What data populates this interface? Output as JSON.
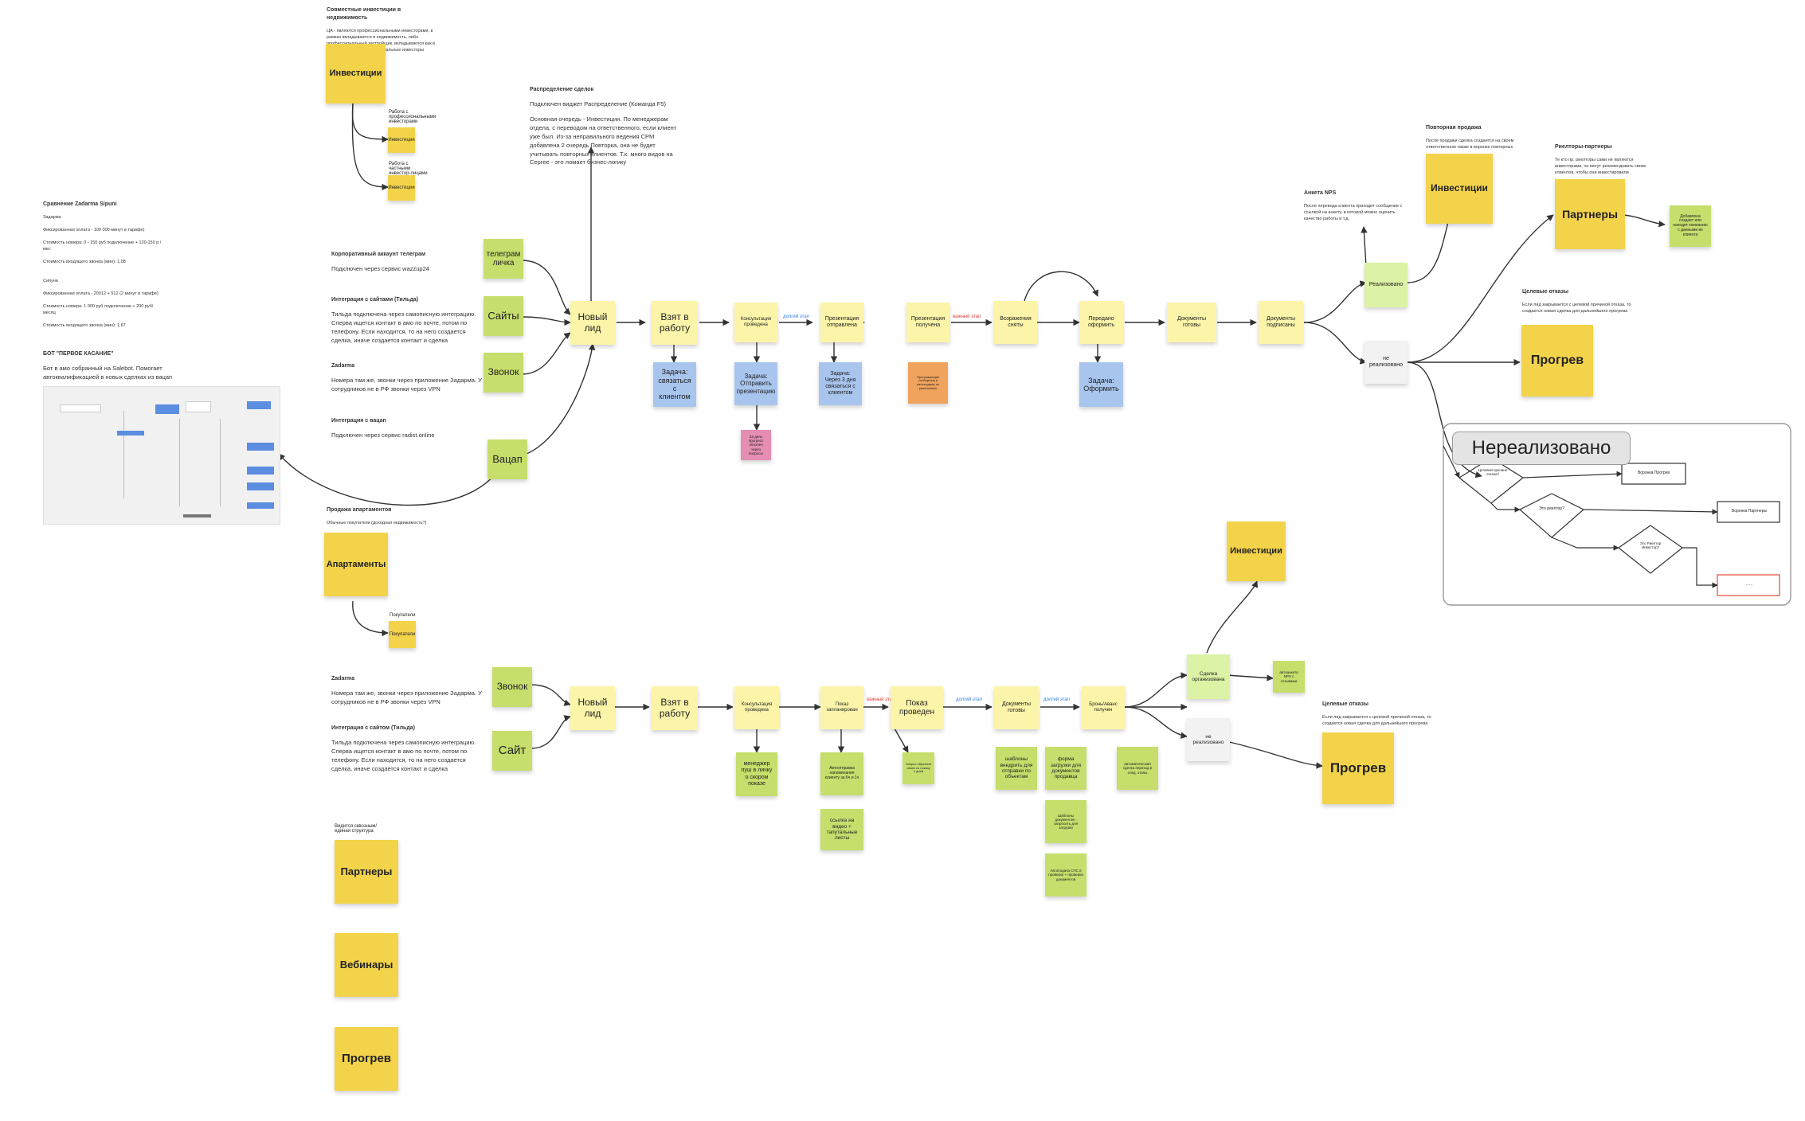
{
  "texts": {
    "invest_title": "Совместные инвестиции в недвижимость",
    "invest_body": "ЦА - являются профессиональными инвесторами, в рамках вкладываются в недвижимость, либо профессиональный застройщик, вкладываются как в в частные лица, профессиональные инвесторы",
    "deals_title": "Распределение сделок",
    "deals_p1": "Подключен виджет Распределение (Команда F5)",
    "deals_p2": "Основная очередь - Инвестиции. По менеджерам отдела, с переводом на ответственного, если клиент уже был. Из-за неправильного ведения CPM добавлена 2 очередь Повторка, она не будет учитывать повторных клиентов. Т.к. много видов на Сергее - это ломает бизнес-логику",
    "zadarma_cmp_title": "Сравнение Zadarma Sipuni",
    "zadarma_cmp_a": "Задарма",
    "zadarma_cmp_a1": "Фиксированная оплата - 100 000 минут в тарифе)",
    "zadarma_cmp_a2": "Стоимость номера: 0 - 150 руб подключение + 120-150 р / мес",
    "zadarma_cmp_a3": "Стоимость входящего звонка (мин): 1,08",
    "zadarma_cmp_b": "Сипуни",
    "zadarma_cmp_b1": "Фиксированная оплата - 20012 + 512 (2 минут в тарифе)",
    "zadarma_cmp_b2": "Стоимость номера: 1 000 руб подключение + 200 руб/месяц",
    "zadarma_cmp_b3": "Стоимость входящего звонка (мин): 1,67",
    "bot_title": "БОТ \"ПЕРВОЕ КАСАНИЕ\"",
    "bot_body": "Бот в амо собранный на Salebot. Помогает автоквалификацией в новых сделках из вацап",
    "corp_title": "Корпоративный аккаунт телеграм",
    "corp_body": "Подключен через сервис wazzup24",
    "tilda_title": "Интеграция с сайтами (Тильда)",
    "tilda_body": "Тильда подключена через самописную интеграцию. Сперва ищется контакт в амо по почте, потом по телефону. Если находится, то на него создается сделка, иначе создается контакт и сделка",
    "zadarma_title": "Zadarma",
    "zadarma_body": "Номера там же, звонки через приложение Задарма. У сотрудников не в РФ звонки через VPN",
    "wa_title": "Интеграция с вацап",
    "wa_body": "Подключен через сервис radist.online",
    "apart_title": "Продажа апартаментов",
    "apart_sub": "Обычные покупатели (доходная недвижимость?)",
    "zadarma2_title": "Zadarma",
    "zadarma2_body": "Номера там же, звонки через приложение Задарма. У сотрудников не в РФ звонки через VPN",
    "tilda2_title": "Интеграция с сайтом (Тильда)",
    "tilda2_body": "Тильда подключена через самописную интеграцию. Сперва ищется контакт в амо по почте, потом по телефону. Если находится, то на него создается сделка, иначе создается контакт и сделка",
    "partners_hint": "Видится сквозным/единая структура",
    "nps_title": "Анкета NPS",
    "nps_body": "После перевода клиента приходит сообщение с ссылкой на анкету, в которой можно оценить качество работы и т.д.",
    "repeat_title": "Повторная продажа",
    "repeat_body": "После продажи сделка создается на своем ответственном также в воронке повторных",
    "partners_title": "Риелторы-партнеры",
    "partners_body": "Те кто пр. риелторы сами не являются инвесторами, но могут рекомендовать своих клиентов, чтобы они инвестировали",
    "target_title": "Целевые отказы",
    "target_body": "Если лид закрывается с целевой причиной отказа, то создается новая сделка для дальнейшего прогрева",
    "target2_title": "Целевые отказы",
    "target2_body": "Если лид закрывается с целевой причиной отказа, то создается новая сделка для дальнейшего прогрева",
    "sub_invest_1": "Работа с профессиональными инвесторами",
    "sub_invest_2": "Работа с частными инвестор-лицами",
    "apart_small": "Покупатели"
  },
  "top_flow": {
    "telegram": "телеграм личка",
    "sites": "Сайты",
    "call": "Звонок",
    "wa": "Вацап",
    "new_lead": "Новый лид",
    "taken": "Взят в работу",
    "task_contact": "Задача: связаться с клиентом",
    "consult": "Консультация проведена",
    "long_stage": "долгий этап",
    "task_send": "Задача: Отправить презентацию",
    "pres_sent": "Презентация отправлена",
    "task_3days": "Задача: Через 3 дня связаться с клиентом",
    "pink_note": "За день прогресс обозлен через вопросы",
    "pres_received": "Презентация получена",
    "important_stage": "важный этап",
    "orange_note": "Прогревающие сообщения в мессенджер по расписанию",
    "objections": "Возражения сняты",
    "handed": "Передано оформить",
    "task_doc": "Задача: Оформить",
    "docs_ready": "Документы готовы",
    "docs_signed": "Документы подписаны",
    "realized": "Реализовано",
    "not_realized": "не реализовано",
    "investments": "Инвестиции",
    "partners": "Партнеры",
    "partner_note": "Добавлена создает или находит компанию с данными их клиента",
    "warmup": "Прогрев"
  },
  "bottom_flow": {
    "call": "Звонок",
    "site": "Сайт",
    "new_lead": "Новый лид",
    "taken": "Взят в работу",
    "consult": "Консультация проведена",
    "manager_note": "менеджер пуш в личку о скором показе",
    "show_scheduled": "Показ запланирован",
    "auto_note": "Автоотправка напоминания клиенту за 6ч и 1ч",
    "links_note": "ссылка на видео + тапутальные листы",
    "important_stage": "важный этап",
    "show_done": "Показ проведен",
    "survey_note": "Запрос обратной связи по показу 1 дней",
    "long_stage_1": "долгий этап",
    "docs_ready": "Документы готовы",
    "templates_note": "шаблоны внедрить для отправки по объектам",
    "form_note": "форма загрузки для документов продавца",
    "doc_templates": "Шаблоны документов - запросить для загрузки",
    "autofill_note": "Автоподача СПС в проверку + проверка документов",
    "long_stage_2": "долгий этап",
    "booking": "Бронь/Аванс получен",
    "deal_note": "автоматическая сделка переход в след. этапы",
    "deal_done": "Сделка организована",
    "nps_note": "автоанкета NPS с отзывами",
    "not_realized": "не реализовано",
    "investments": "Инвестиции",
    "warmup": "Прогрев"
  },
  "left_column": {
    "investments": "Инвестиции",
    "apartments": "Апартаменты",
    "partners": "Партнеры",
    "webinars": "Вебинары",
    "warmup": "Прогрев"
  },
  "decision_panel": {
    "title": "Нереализовано",
    "q1": "Целевой причине отказа?",
    "q2": "Это риелтор?",
    "q3": "Это Риелтор Инвестор?",
    "out1": "Воронка Прогрев",
    "out2": "Воронка Партнеры",
    "out3": "......"
  }
}
